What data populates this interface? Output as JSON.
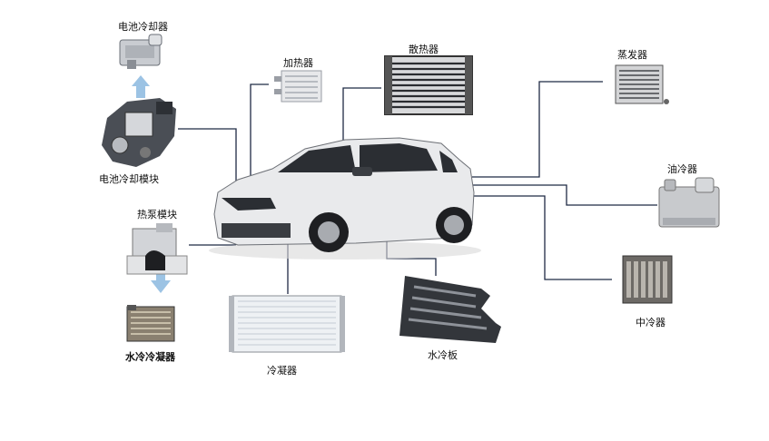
{
  "components": {
    "battery_chiller": "电池冷却器",
    "heater": "加热器",
    "radiator": "散热器",
    "evaporator": "蒸发器",
    "battery_cooling_module": "电池冷却模块",
    "oil_cooler": "油冷器",
    "heat_pump_module": "热泵模块",
    "intercooler": "中冷器",
    "water_cooled_condenser": "水冷冷凝器",
    "condenser": "冷凝器",
    "cold_plate": "水冷板"
  },
  "colors": {
    "line": "#1f2a44",
    "arrow": "#9cc3e4",
    "metal": "#c9ccd1",
    "dark_metal": "#3a3d42",
    "car_body": "#e9eaec"
  }
}
